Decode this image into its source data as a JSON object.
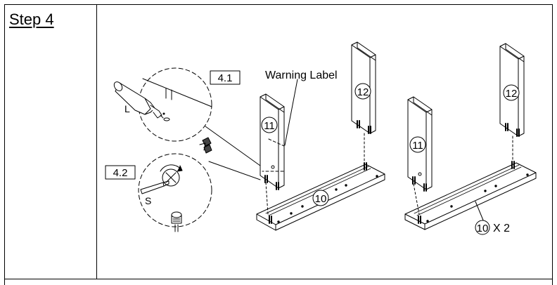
{
  "step": {
    "title": "Step 4"
  },
  "labels": {
    "sub_step_1": "4.1",
    "sub_step_2": "4.2",
    "warning_label": "Warning Label",
    "tool_l": "L",
    "tool_s": "S",
    "part_10": "10",
    "part_11": "11",
    "part_12": "12",
    "quantity": "X 2"
  }
}
